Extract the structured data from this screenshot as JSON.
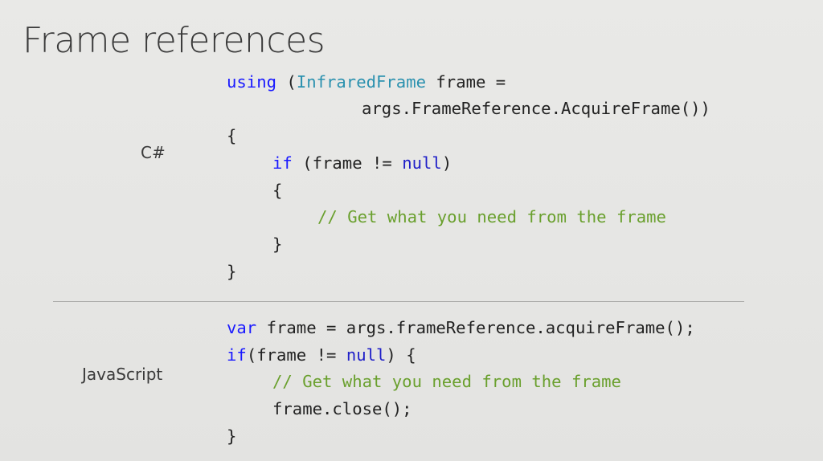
{
  "slide": {
    "title": "Frame references",
    "colors": {
      "keyword": "#1a1aff",
      "type": "#2b91af",
      "comment": "#6aa02e",
      "text": "#222222",
      "background": "#e6e6e4"
    }
  },
  "csharp": {
    "label": "C#",
    "lines": [
      {
        "kw": "using",
        "p1": " (",
        "type": "InfraredFrame",
        "p2": " frame ="
      },
      {
        "text": "args.FrameReference.AcquireFrame())"
      },
      {
        "text": "{"
      },
      {
        "kw": "if",
        "p1": " (frame != ",
        "kw2": "null",
        "p2": ")"
      },
      {
        "text": "{"
      },
      {
        "comment": "// Get what you need from the frame"
      },
      {
        "text": "}"
      },
      {
        "text": "}"
      }
    ]
  },
  "javascript": {
    "label": "JavaScript",
    "lines": [
      {
        "kw": "var",
        "p1": " frame = args.frameReference.acquireFrame();"
      },
      {
        "kw": "if",
        "p1": "(frame != ",
        "kw2": "null",
        "p2": ") {"
      },
      {
        "comment": "// Get what you need from the frame"
      },
      {
        "text": "frame.close();"
      },
      {
        "text": "}"
      }
    ]
  }
}
